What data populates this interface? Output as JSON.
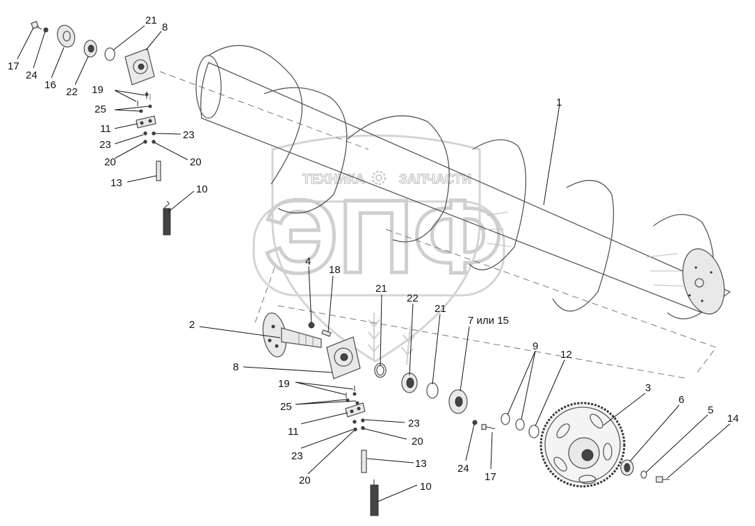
{
  "watermark": {
    "line1": "ТЕХНИКА",
    "line2": "ЗАПЧАСТИ",
    "logo": "ЭПФ",
    "gear_icon": "gear-icon"
  },
  "callouts": [
    {
      "id": "c17a",
      "text": "17"
    },
    {
      "id": "c24a",
      "text": "24"
    },
    {
      "id": "c16",
      "text": "16"
    },
    {
      "id": "c22a",
      "text": "22"
    },
    {
      "id": "c21a",
      "text": "21"
    },
    {
      "id": "c8a",
      "text": "8"
    },
    {
      "id": "c19a",
      "text": "19"
    },
    {
      "id": "c25a",
      "text": "25"
    },
    {
      "id": "c11a",
      "text": "11"
    },
    {
      "id": "c23a1",
      "text": "23"
    },
    {
      "id": "c23a2",
      "text": "23"
    },
    {
      "id": "c20a1",
      "text": "20"
    },
    {
      "id": "c20a2",
      "text": "20"
    },
    {
      "id": "c13a",
      "text": "13"
    },
    {
      "id": "c10a",
      "text": "10"
    },
    {
      "id": "c1",
      "text": "1"
    },
    {
      "id": "c4",
      "text": "4"
    },
    {
      "id": "c18",
      "text": "18"
    },
    {
      "id": "c21b",
      "text": "21"
    },
    {
      "id": "c22b",
      "text": "22"
    },
    {
      "id": "c21c",
      "text": "21"
    },
    {
      "id": "c7",
      "text": "7 или 15"
    },
    {
      "id": "c2",
      "text": "2"
    },
    {
      "id": "c8b",
      "text": "8"
    },
    {
      "id": "c19b",
      "text": "19"
    },
    {
      "id": "c25b",
      "text": "25"
    },
    {
      "id": "c11b",
      "text": "11"
    },
    {
      "id": "c23b1",
      "text": "23"
    },
    {
      "id": "c20b1",
      "text": "20"
    },
    {
      "id": "c23b2",
      "text": "23"
    },
    {
      "id": "c20b2",
      "text": "20"
    },
    {
      "id": "c13b",
      "text": "13"
    },
    {
      "id": "c10b",
      "text": "10"
    },
    {
      "id": "c24b",
      "text": "24"
    },
    {
      "id": "c17b",
      "text": "17"
    },
    {
      "id": "c9",
      "text": "9"
    },
    {
      "id": "c12",
      "text": "12"
    },
    {
      "id": "c3",
      "text": "3"
    },
    {
      "id": "c6",
      "text": "6"
    },
    {
      "id": "c5",
      "text": "5"
    },
    {
      "id": "c14",
      "text": "14"
    }
  ]
}
